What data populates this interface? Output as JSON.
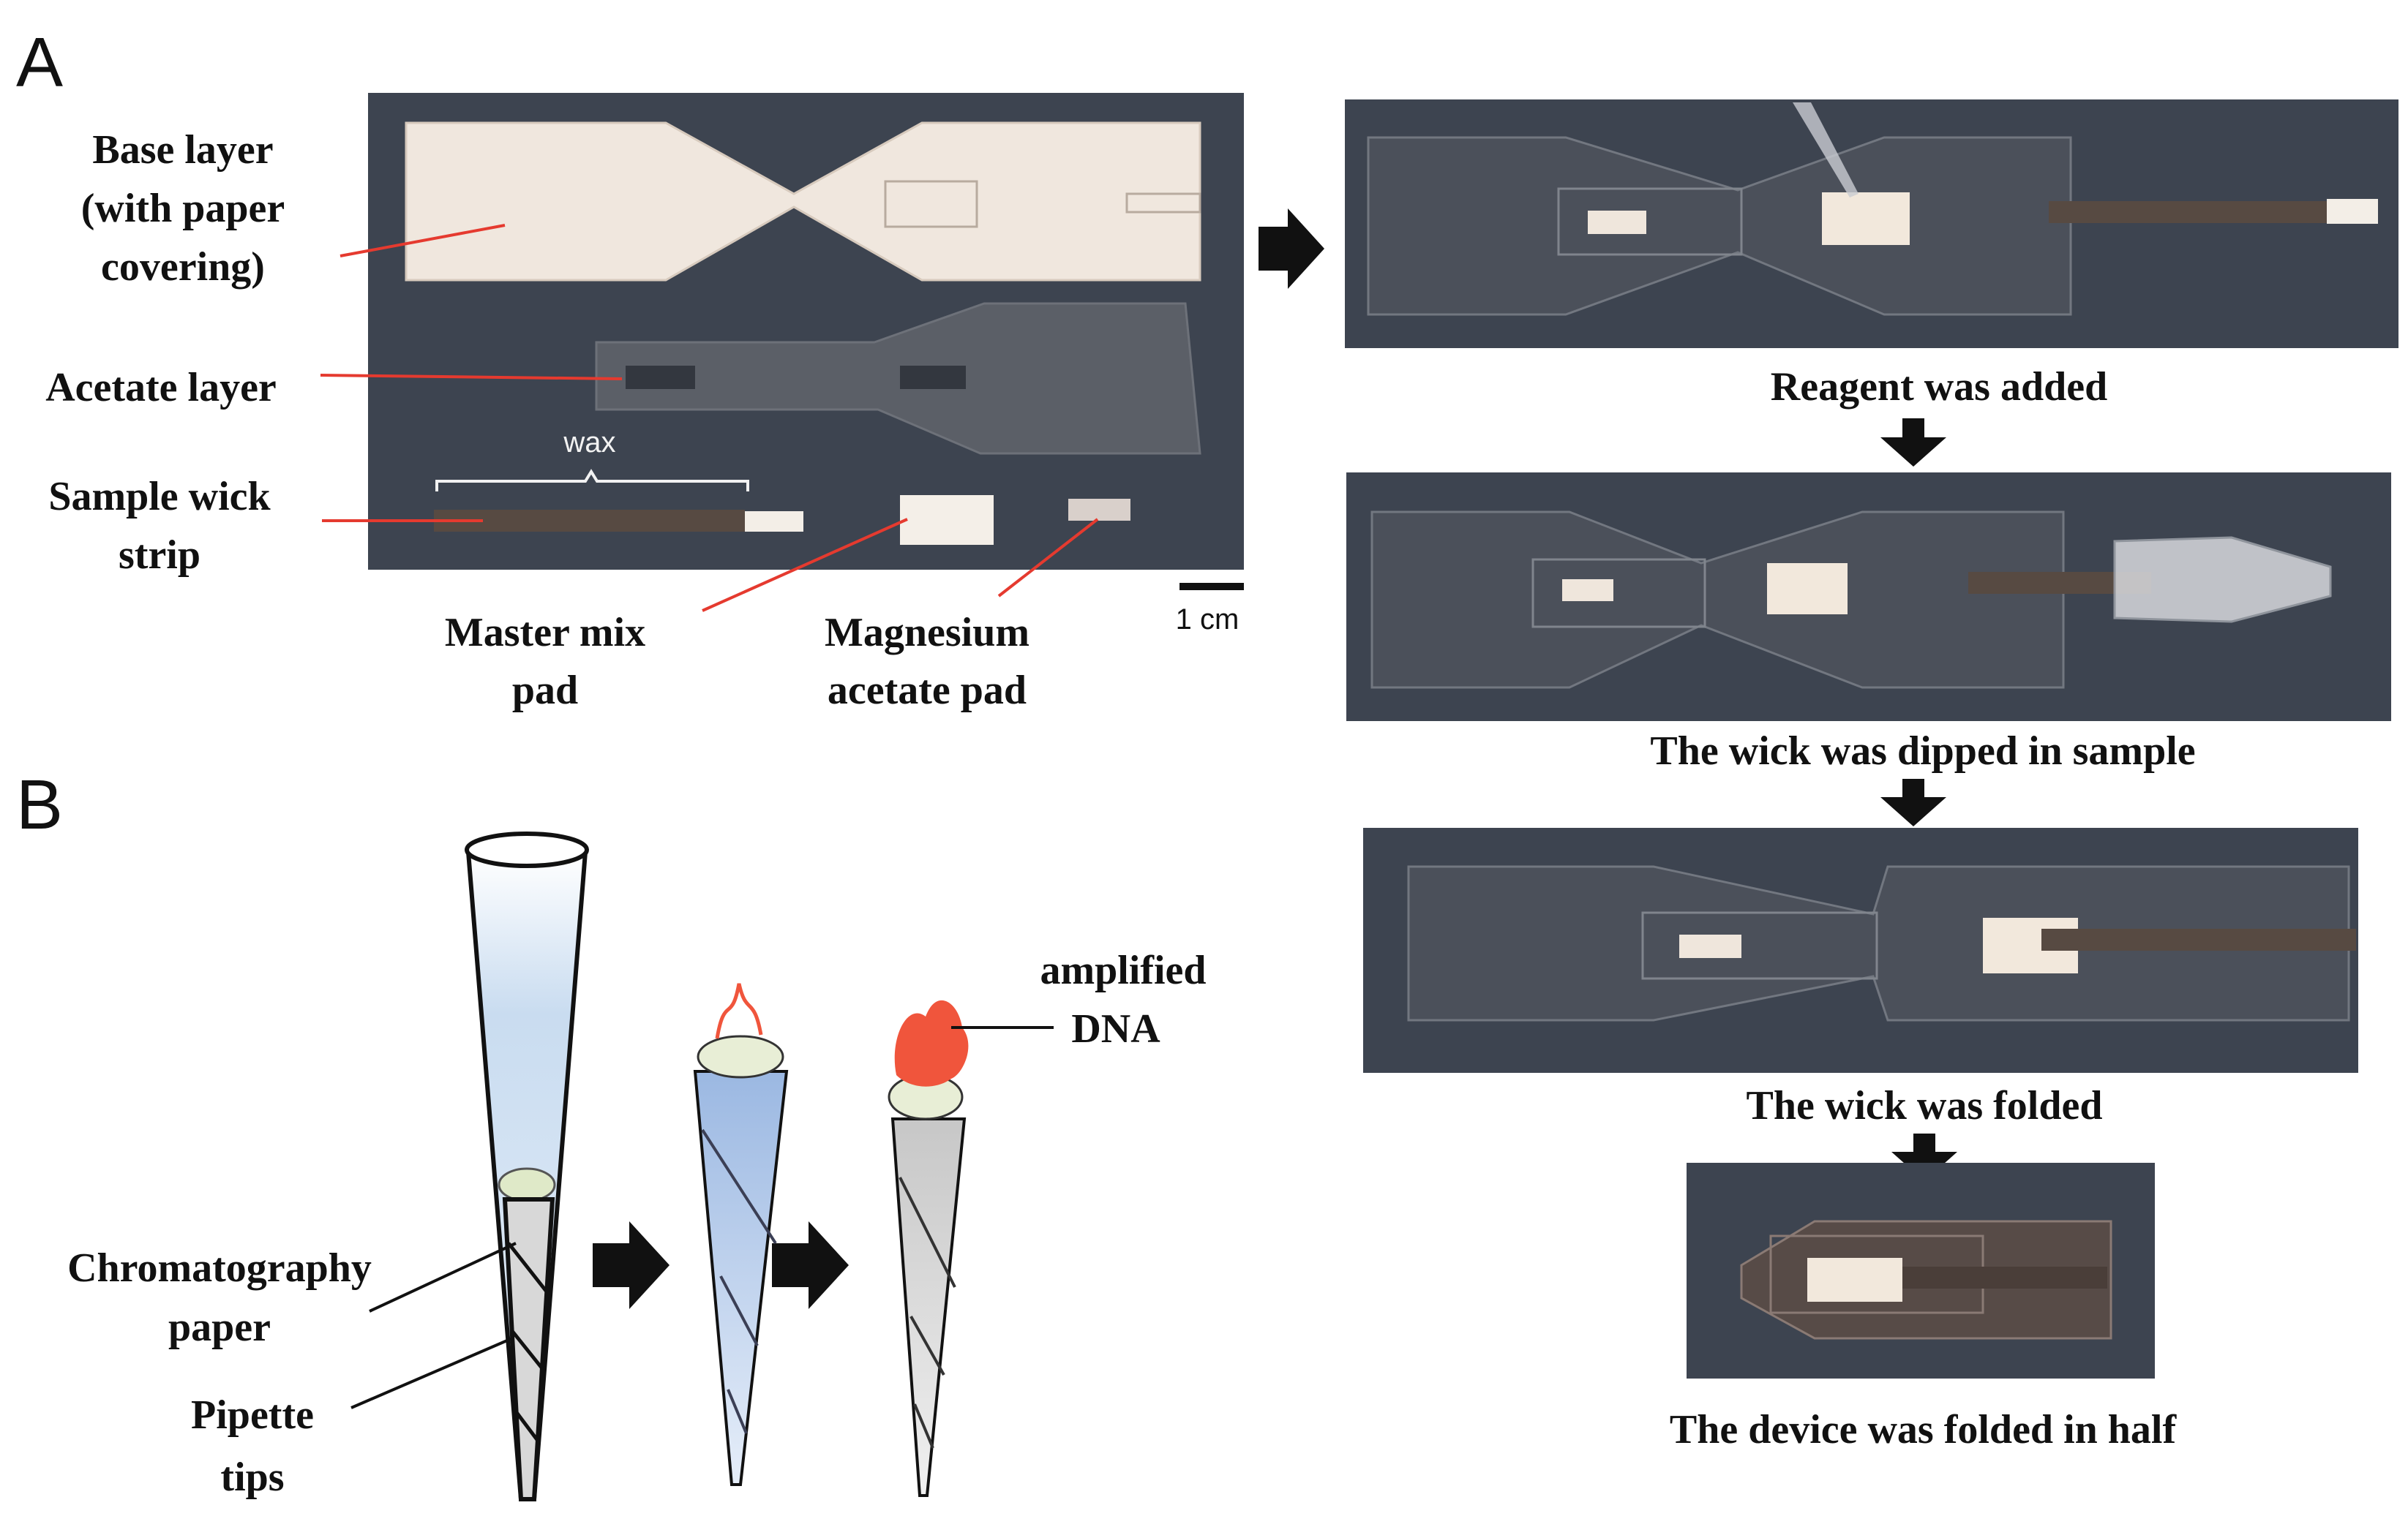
{
  "panels": {
    "a_letter": "A",
    "b_letter": "B"
  },
  "panel_a": {
    "labels": {
      "base_layer_line1": "Base layer",
      "base_layer_line2": "(with paper",
      "base_layer_line3": "covering)",
      "acetate_layer": "Acetate layer",
      "sample_wick_line1": "Sample wick",
      "sample_wick_line2": "strip",
      "wax": "wax",
      "master_mix_line1": "Master mix",
      "master_mix_line2": "pad",
      "magnesium_line1": "Magnesium",
      "magnesium_line2": "acetate pad",
      "scale": "1 cm"
    },
    "steps": [
      "Reagent was added",
      "The wick was dipped in sample",
      "The wick was folded",
      "The device was folded in half"
    ]
  },
  "panel_b": {
    "labels": {
      "amplified_line1": "amplified",
      "amplified_line2": "DNA",
      "chrom_line1": "Chromatography",
      "chrom_line2": "paper",
      "pipette_line1": "Pipette",
      "pipette_line2": "tips"
    }
  },
  "colors": {
    "photo_background": "#3d4450",
    "annotation_line": "#e53a2f",
    "dna": "#f0553c",
    "arrow": "#111111"
  }
}
